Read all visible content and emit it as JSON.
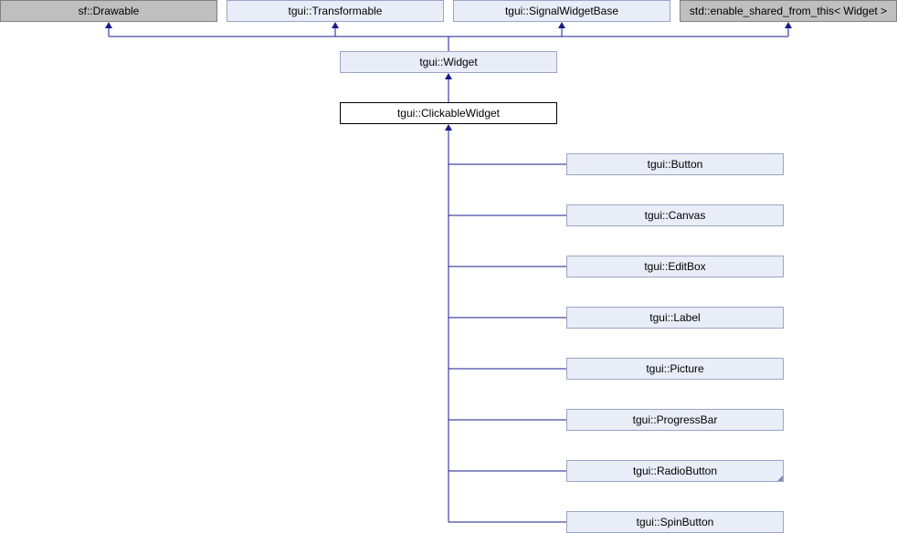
{
  "diagram": {
    "external_bases": [
      {
        "label": "sf::Drawable"
      },
      {
        "label": "tgui::Transformable"
      },
      {
        "label": "tgui::SignalWidgetBase"
      },
      {
        "label": "std::enable_shared_from_this< Widget >"
      }
    ],
    "widget": {
      "label": "tgui::Widget"
    },
    "current": {
      "label": "tgui::ClickableWidget"
    },
    "derived": [
      {
        "label": "tgui::Button"
      },
      {
        "label": "tgui::Canvas"
      },
      {
        "label": "tgui::EditBox"
      },
      {
        "label": "tgui::Label"
      },
      {
        "label": "tgui::Picture"
      },
      {
        "label": "tgui::ProgressBar"
      },
      {
        "label": "tgui::RadioButton"
      },
      {
        "label": "tgui::SpinButton"
      }
    ]
  },
  "colors": {
    "edge": "#1a1a8c",
    "base_fill": "#e8edf7",
    "external_fill": "#bfbfbf",
    "current_fill": "#ffffff"
  }
}
